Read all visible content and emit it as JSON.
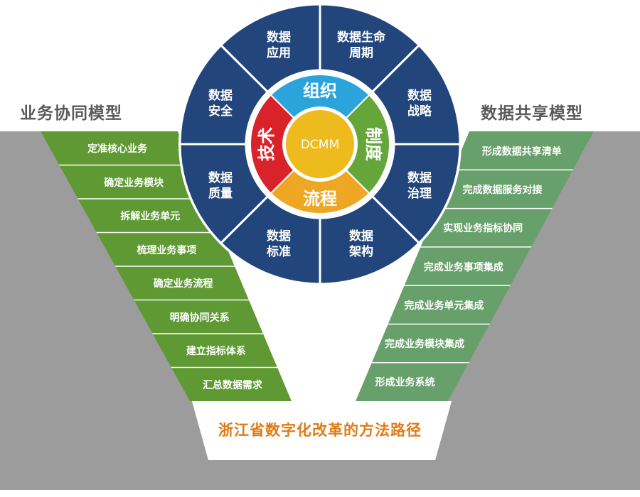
{
  "left_model": {
    "title": "业务协同模型",
    "steps": [
      "定准核心业务",
      "确定业务模块",
      "拆解业务单元",
      "梳理业务事项",
      "确定业务流程",
      "明确协同关系",
      "建立指标体系",
      "汇总数据需求"
    ]
  },
  "right_model": {
    "title": "数据共享模型",
    "steps": [
      "形成数据共享清单",
      "完成数据服务对接",
      "实现业务指标协同",
      "完成业务事项集成",
      "完成业务单元集成",
      "完成业务模块集成",
      "形成业务系统"
    ]
  },
  "wheel": {
    "center": "DCMM",
    "ring": {
      "organization": "组织",
      "system": "制度",
      "process": "流程",
      "technology": "技术"
    },
    "segments": [
      [
        "数据生命",
        "周期"
      ],
      [
        "数据",
        "战略"
      ],
      [
        "数据",
        "治理"
      ],
      [
        "数据",
        "架构"
      ],
      [
        "数据",
        "标准"
      ],
      [
        "数据",
        "质量"
      ],
      [
        "数据",
        "安全"
      ],
      [
        "数据",
        "应用"
      ]
    ]
  },
  "bottom_text": "浙江省数字化改革的方法路径",
  "colors": {
    "navy": "#22467b",
    "left_green": "#5e9933",
    "right_green": "#67a06a",
    "frame_gray": "#9c9c9c",
    "ring_blue": "#2ba4dc",
    "ring_green": "#65a63b",
    "ring_orange": "#eda722",
    "ring_red": "#d9232b",
    "center_yellow": "#eebb1f",
    "accent_orange": "#e07b14"
  }
}
